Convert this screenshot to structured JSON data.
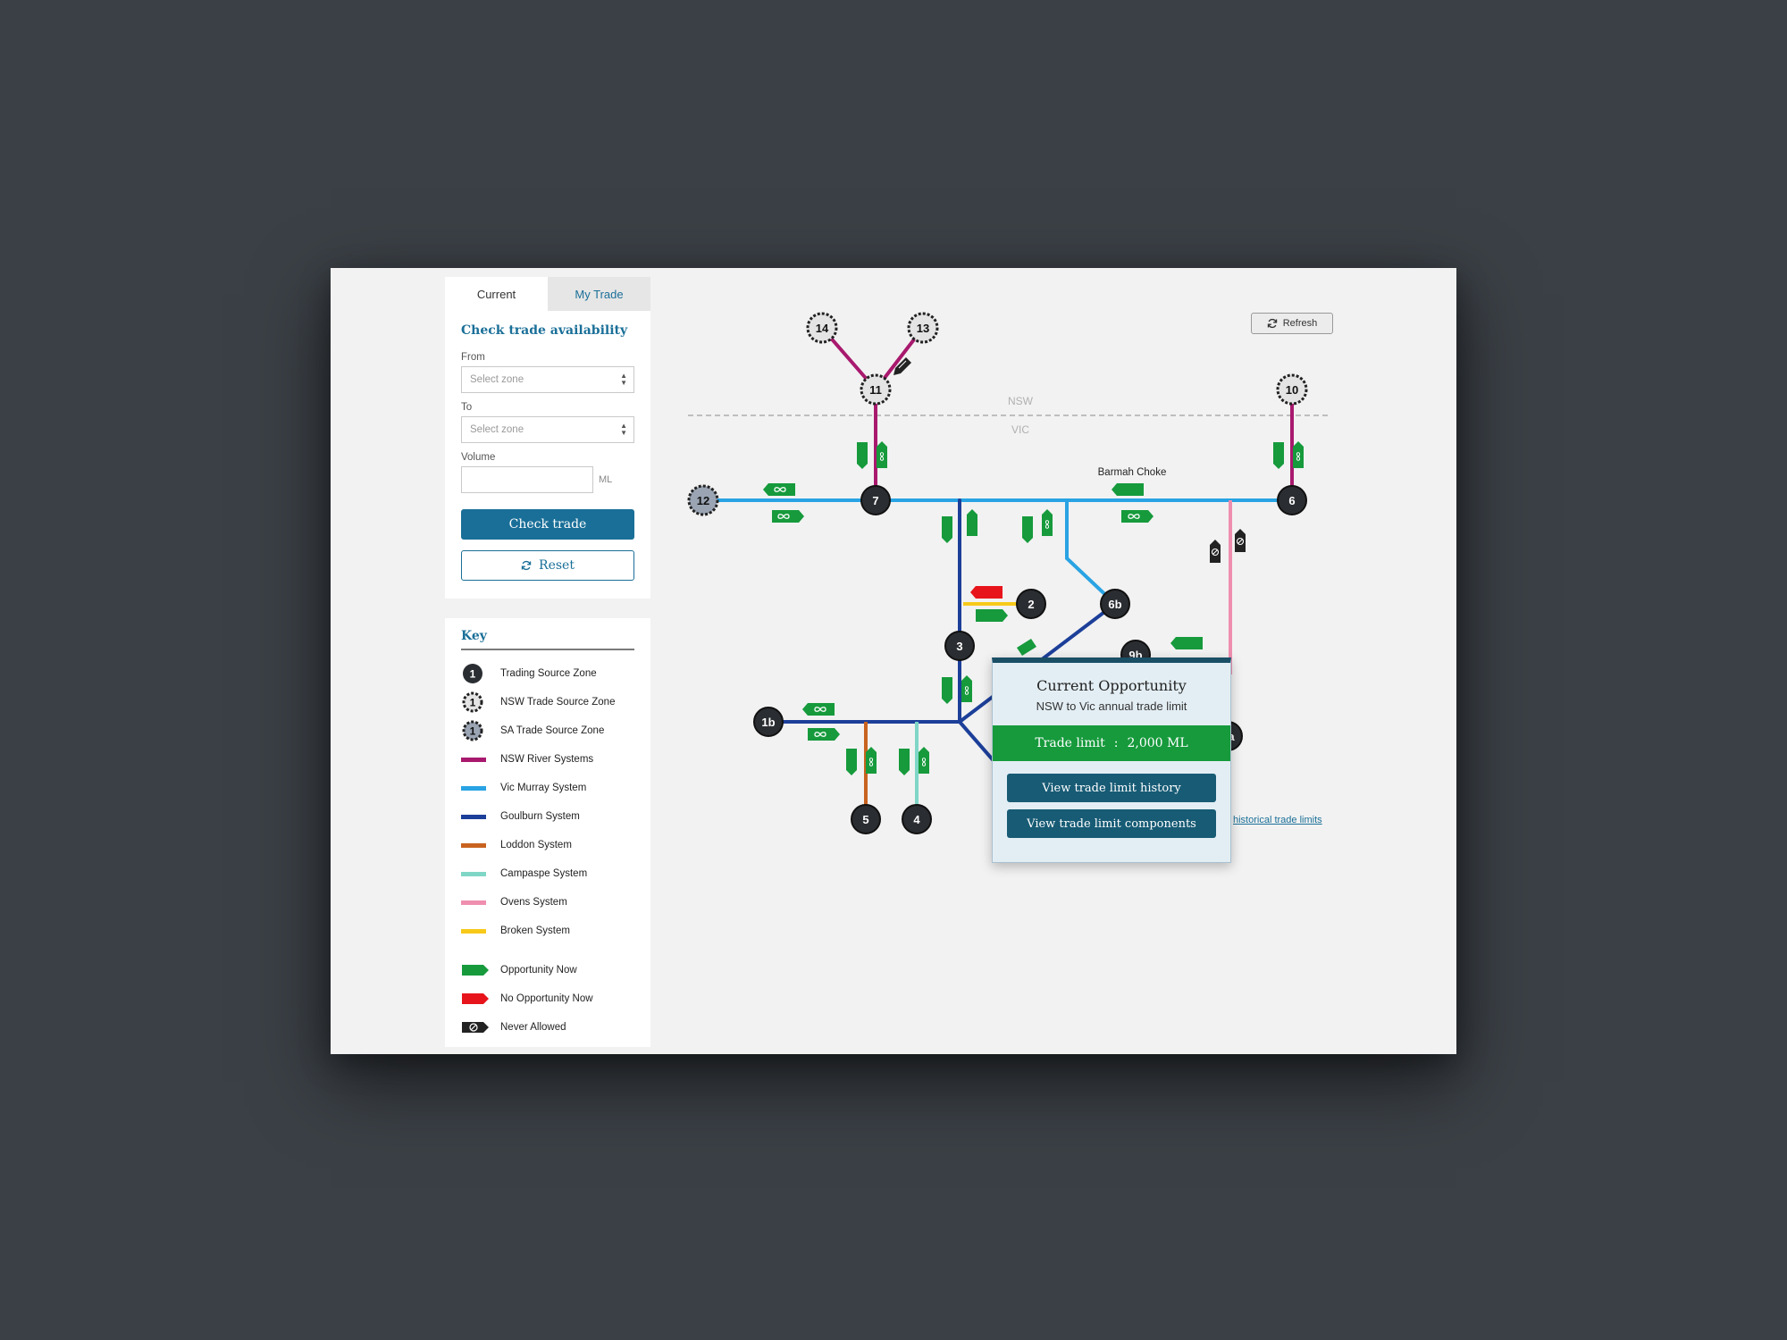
{
  "tabs": {
    "current": "Current",
    "my_trade": "My Trade"
  },
  "form": {
    "title": "Check trade availability",
    "from_label": "From",
    "from_placeholder": "Select zone",
    "to_label": "To",
    "to_placeholder": "Select zone",
    "volume_label": "Volume",
    "volume_unit": "ML",
    "check_label": "Check trade",
    "reset_label": "Reset"
  },
  "key": {
    "title": "Key",
    "items": [
      {
        "label": "Trading Source Zone"
      },
      {
        "label": "NSW Trade Source Zone"
      },
      {
        "label": "SA Trade Source Zone"
      },
      {
        "label": "NSW River Systems",
        "color": "#a8196e"
      },
      {
        "label": "Vic Murray System",
        "color": "#29a3e3"
      },
      {
        "label": "Goulburn System",
        "color": "#1c3f99"
      },
      {
        "label": "Loddon System",
        "color": "#c8621f"
      },
      {
        "label": "Campaspe System",
        "color": "#7fd6c6"
      },
      {
        "label": "Ovens System",
        "color": "#ef8fb0"
      },
      {
        "label": "Broken System",
        "color": "#f7c919"
      },
      {
        "label": "Opportunity Now",
        "color": "#169a3c"
      },
      {
        "label": "No Opportunity Now",
        "color": "#e8141b"
      },
      {
        "label": "Never Allowed",
        "color": "#222222"
      }
    ],
    "zone_symbol": "1"
  },
  "map": {
    "refresh_label": "Refresh",
    "state_north": "NSW",
    "state_south": "VIC",
    "choke_label": "Barmah Choke",
    "zones": {
      "z14": "14",
      "z13": "13",
      "z11": "11",
      "z10": "10",
      "z12": "12",
      "z7": "7",
      "z6": "6",
      "z2": "2",
      "z6b": "6b",
      "z3": "3",
      "z9b": "9b",
      "z1b": "1b",
      "z5": "5",
      "z4": "4",
      "z9a": "a"
    },
    "historical_link": "historical trade limits"
  },
  "popup": {
    "title": "Current Opportunity",
    "subtitle": "NSW to Vic annual trade limit",
    "limit_label": "Trade limit",
    "limit_sep": ":",
    "limit_value": "2,000 ML",
    "history_btn": "View trade limit history",
    "components_btn": "View trade limit components"
  },
  "colors": {
    "nsw": "#a8196e",
    "vic": "#29a3e3",
    "goulburn": "#1c3f99",
    "loddon": "#c8621f",
    "campaspe": "#7fd6c6",
    "ovens": "#ef8fb0",
    "broken": "#f7c919",
    "opportunity": "#169a3c",
    "no_opportunity": "#e8141b",
    "never": "#222222"
  },
  "icons": [
    "refresh-icon",
    "reset-icon",
    "infinity-icon",
    "never-allowed-icon",
    "pencil-icon"
  ]
}
